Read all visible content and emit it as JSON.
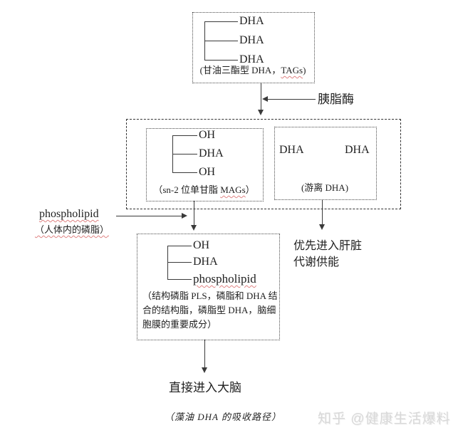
{
  "colors": {
    "line": "#3a3a3a",
    "squiggle": "#e08383",
    "watermark": "#d8d8d8",
    "background": "#ffffff"
  },
  "tag_box": {
    "chain": [
      "DHA",
      "DHA",
      "DHA"
    ],
    "caption_prefix": "(甘油三酯型 DHA，",
    "caption_flagged": "TAGs",
    "caption_suffix": ")"
  },
  "enzyme_label": "胰脂酶",
  "mag_box": {
    "chain": [
      "OH",
      "DHA",
      "OH"
    ],
    "caption_prefix": "（sn-2 位单甘脂 ",
    "caption_flagged": "MAGs",
    "caption_suffix": "）"
  },
  "free_dha_box": {
    "items": [
      "DHA",
      "DHA"
    ],
    "caption": "(游离 DHA)"
  },
  "phospholipid_source": {
    "title": "phospholipid",
    "subtitle": "（人体内的磷脂）"
  },
  "pl_box": {
    "chain": [
      "OH",
      "DHA",
      "phospholipid"
    ],
    "caption_lines": [
      "（结构磷脂 PLS，磷脂和 DHA 结",
      "合的结构脂，磷脂型 DHA，脑细",
      "胞膜的重要成分）"
    ]
  },
  "liver_note": {
    "line1": "优先进入肝脏",
    "line2": "代谢供能"
  },
  "brain_note": "直接进入大脑",
  "figure_caption": "（藻油 DHA 的吸收路径）",
  "watermark": "知乎 @健康生活爆料"
}
